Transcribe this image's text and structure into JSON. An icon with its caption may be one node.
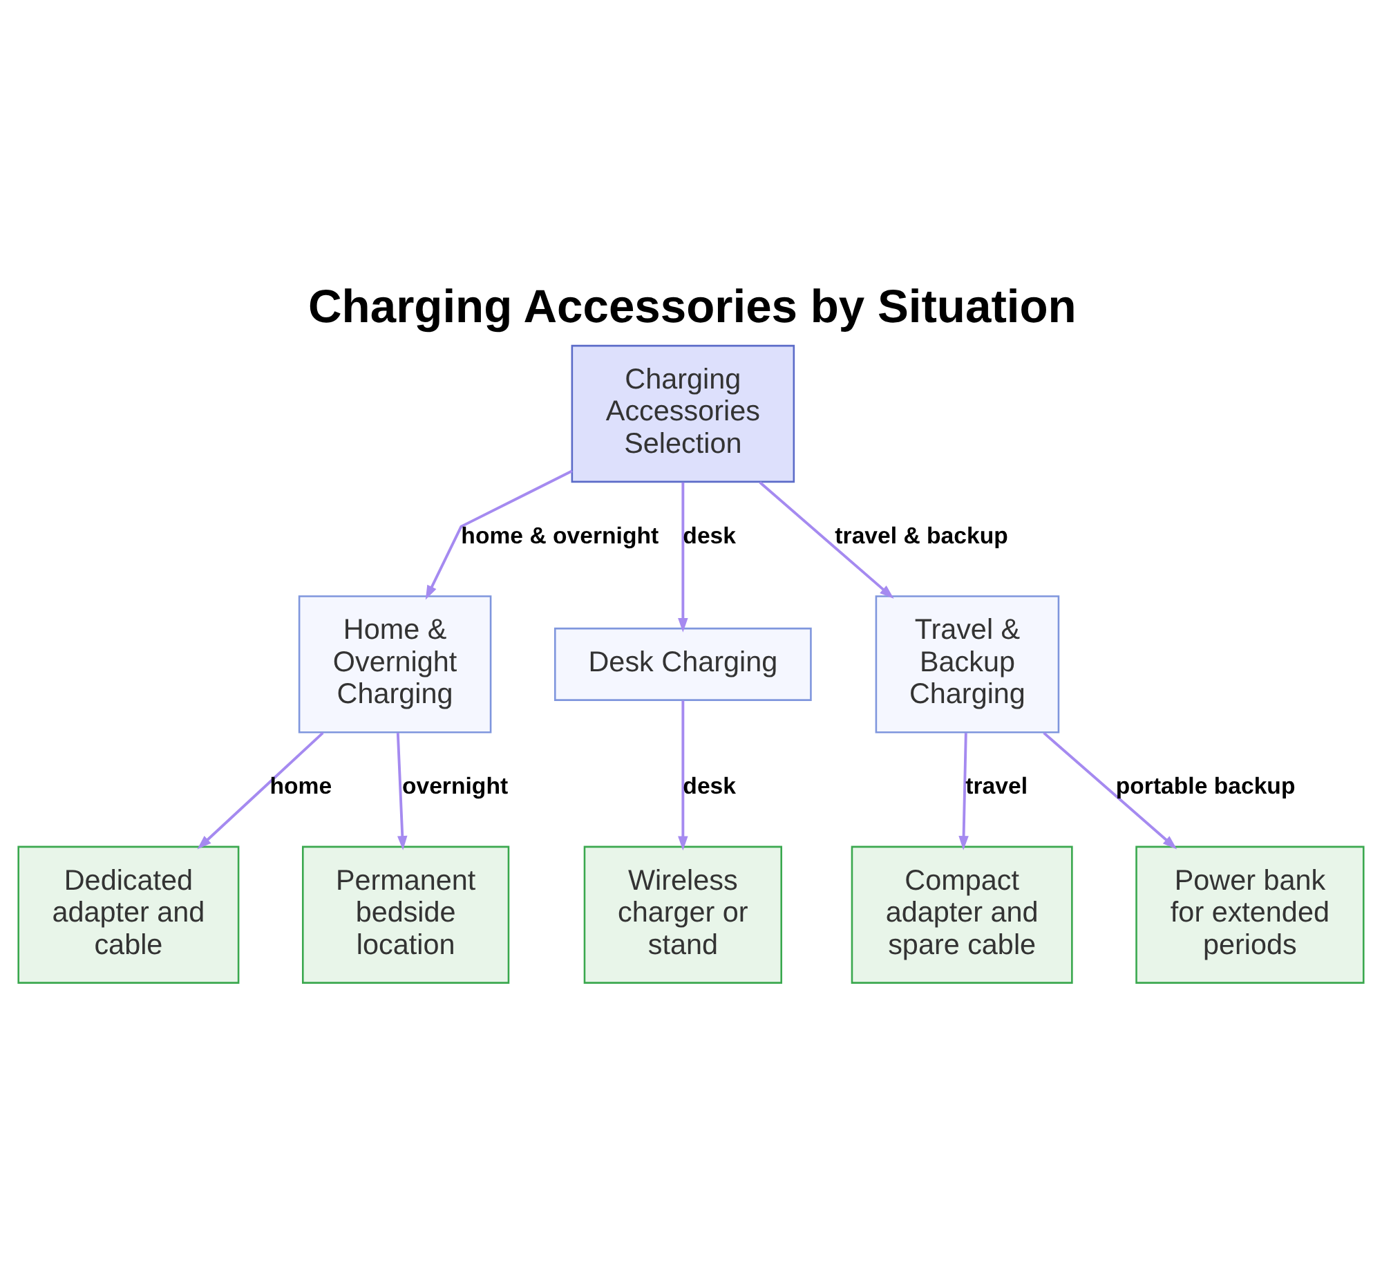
{
  "diagram": {
    "title": "Charging Accessories by Situation",
    "nodes": [
      {
        "text": [
          "Charging Accessories Selection"
        ]
      },
      {
        "text": [
          "Home & Overnight Charging"
        ]
      },
      {
        "text": [
          "Desk Charging"
        ]
      },
      {
        "text": [
          "Travel & Backup Charging"
        ]
      },
      {
        "text": [
          "Dedicated adapter and cable"
        ]
      },
      {
        "text": [
          "Permanent bedside location"
        ]
      },
      {
        "text": [
          "Wireless charger or stand"
        ]
      },
      {
        "text": [
          "Compact adapter and spare cable"
        ]
      },
      {
        "text": [
          "Power bank for extended periods"
        ]
      }
    ],
    "edges": [
      {
        "from": 0,
        "to": 1,
        "arrow": "to",
        "label": "home & overnight"
      },
      {
        "from": 0,
        "to": 2,
        "arrow": "to",
        "label": "desk"
      },
      {
        "from": 0,
        "to": 3,
        "arrow": "to",
        "label": "travel & backup"
      },
      {
        "from": 1,
        "to": 4,
        "arrow": "to",
        "label": "home"
      },
      {
        "from": 1,
        "to": 5,
        "arrow": "to",
        "label": "overnight"
      },
      {
        "from": 2,
        "to": 6,
        "arrow": "to",
        "label": "desk"
      },
      {
        "from": 3,
        "to": 7,
        "arrow": "to",
        "label": "travel"
      },
      {
        "from": 3,
        "to": 8,
        "arrow": "to",
        "label": "portable backup"
      }
    ]
  }
}
